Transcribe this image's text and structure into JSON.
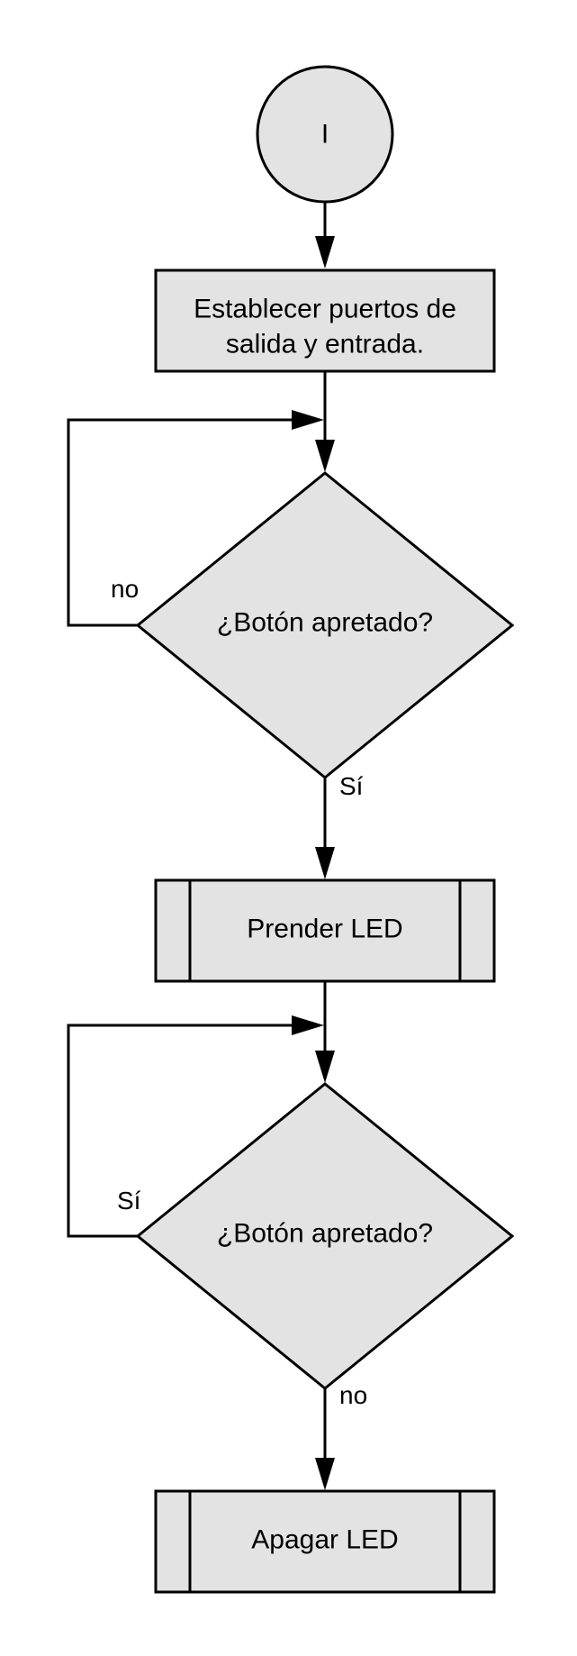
{
  "flowchart": {
    "start": {
      "label": "I"
    },
    "setup": {
      "line1": "Establecer puertos de",
      "line2": "salida y entrada."
    },
    "decision1": {
      "label": "¿Botón apretado?",
      "no_label": "no",
      "yes_label": "Sí"
    },
    "process1": {
      "label": "Prender LED"
    },
    "decision2": {
      "label": "¿Botón apretado?",
      "yes_label": "Sí",
      "no_label": "no"
    },
    "process2": {
      "label": "Apagar LED"
    }
  }
}
